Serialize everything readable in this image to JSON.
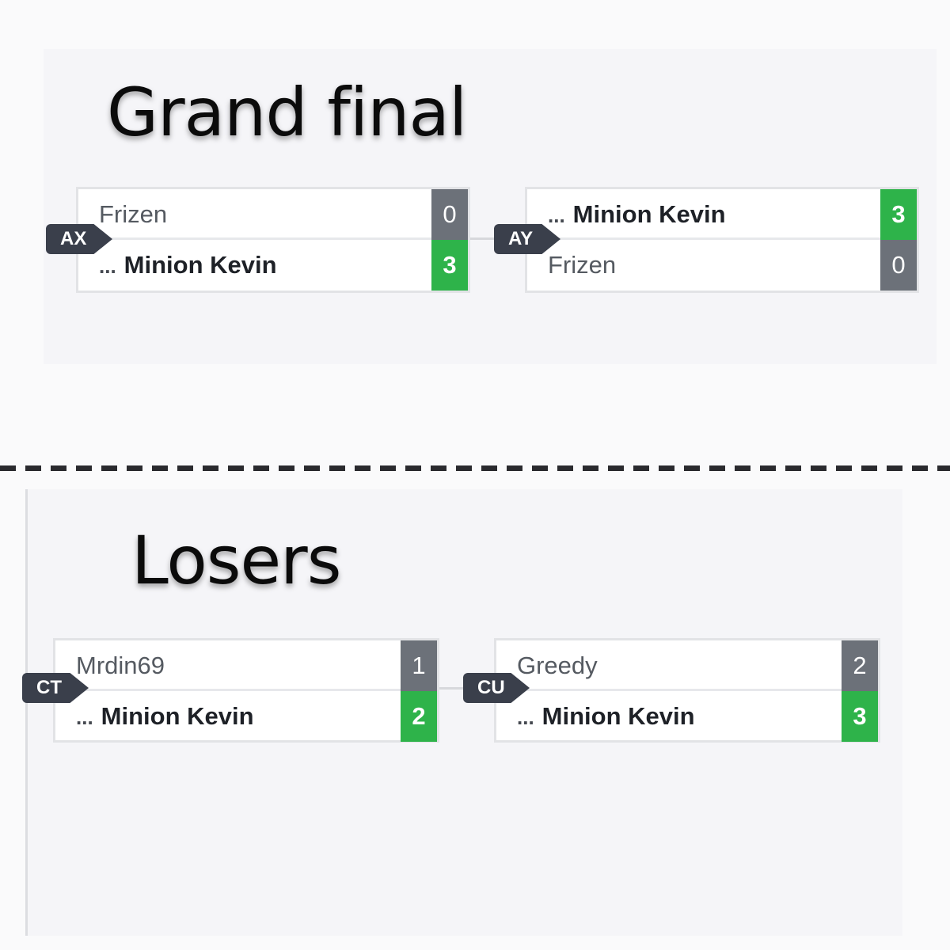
{
  "grand_final": {
    "title": "Grand final",
    "matches": [
      {
        "id": "AX",
        "players": [
          {
            "name": "Frizen",
            "prefix": "",
            "score": "0",
            "winner": false
          },
          {
            "name": "Minion Kevin",
            "prefix": "...",
            "score": "3",
            "winner": true
          }
        ]
      },
      {
        "id": "AY",
        "players": [
          {
            "name": "Minion Kevin",
            "prefix": "...",
            "score": "3",
            "winner": true
          },
          {
            "name": "Frizen",
            "prefix": "",
            "score": "0",
            "winner": false
          }
        ]
      }
    ]
  },
  "losers": {
    "title": "Losers",
    "matches": [
      {
        "id": "CT",
        "players": [
          {
            "name": "Mrdin69",
            "prefix": "",
            "score": "1",
            "winner": false
          },
          {
            "name": "Minion Kevin",
            "prefix": "...",
            "score": "2",
            "winner": true
          }
        ]
      },
      {
        "id": "CU",
        "players": [
          {
            "name": "Greedy",
            "prefix": "",
            "score": "2",
            "winner": false
          },
          {
            "name": "Minion Kevin",
            "prefix": "...",
            "score": "3",
            "winner": true
          }
        ]
      }
    ]
  },
  "colors": {
    "win_score": "#2eb34a",
    "lose_score": "#6c7179",
    "match_tag": "#3a3f4b"
  }
}
